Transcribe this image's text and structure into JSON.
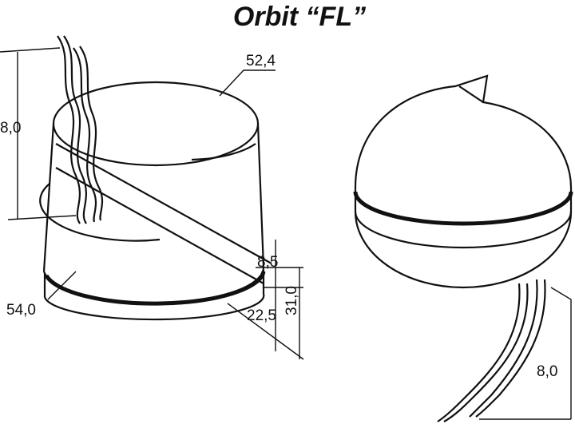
{
  "title": "Orbit “FL”",
  "dimensions": {
    "left_top_diameter": "52,4",
    "left_cable_spacing": "8,0",
    "left_band_height": "8,5",
    "left_base_diameter": "54,0",
    "left_lower_height": "22,5",
    "left_total_height": "31,0",
    "right_cable_spacing": "8,0"
  }
}
